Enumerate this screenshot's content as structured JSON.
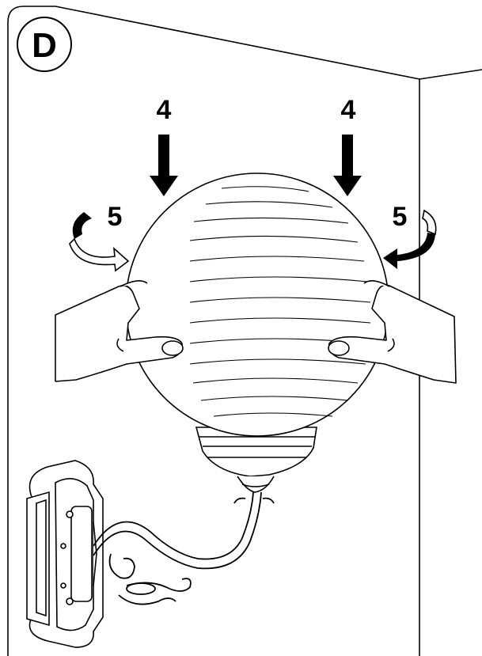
{
  "step": {
    "letter": "D"
  },
  "labels": {
    "push_left": "4",
    "push_right": "4",
    "turn_left": "5",
    "turn_right": "5"
  },
  "colors": {
    "ink": "#000000",
    "paper": "#ffffff"
  }
}
